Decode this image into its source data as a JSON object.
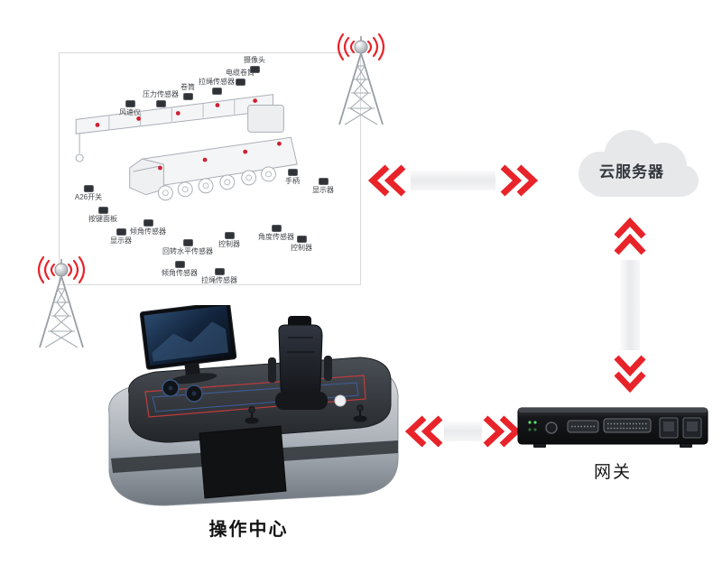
{
  "diagram": {
    "cloud_label": "云服务器",
    "gateway_label": "网关",
    "console_label": "操作中心"
  },
  "sensors": [
    {
      "label": "风速仪"
    },
    {
      "label": "压力传感器"
    },
    {
      "label": "卷筒"
    },
    {
      "label": "拉绳传感器"
    },
    {
      "label": "电缆卷筒"
    },
    {
      "label": "摄像头"
    },
    {
      "label": "A26开关"
    },
    {
      "label": "按键面板"
    },
    {
      "label": "显示器"
    },
    {
      "label": "倾角传感器"
    },
    {
      "label": "回转水平传感器"
    },
    {
      "label": "控制器"
    },
    {
      "label": "角度传感器"
    },
    {
      "label": "控制器"
    },
    {
      "label": "倾角传感器"
    },
    {
      "label": "拉绳传感器"
    },
    {
      "label": "手柄"
    },
    {
      "label": "显示器"
    }
  ],
  "colors": {
    "accent_red": "#e8232a",
    "cloud_gray": "#e6e8ea"
  }
}
